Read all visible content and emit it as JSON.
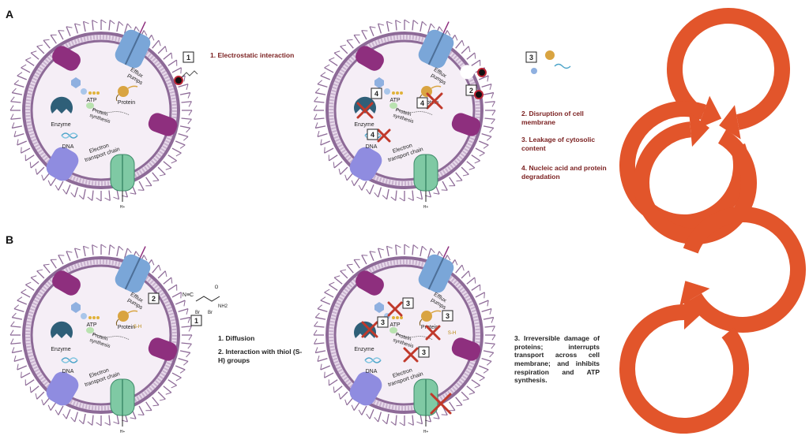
{
  "panels": {
    "a_letter": "A",
    "b_letter": "B"
  },
  "labels": {
    "atp": "ATP",
    "enzyme": "Enzyme",
    "protein": "Protein",
    "protein_synthesis": "Protein synthesis",
    "dna": "DNA",
    "electron_transport_chain": "Electron transport chain",
    "efflux_pumps": "Efflux pumps",
    "proton": "H+",
    "sh": "S-H"
  },
  "numbered_boxes": {
    "one": "1",
    "two": "2",
    "three": "3",
    "four": "4"
  },
  "steps_a": {
    "step1": "1. Electrostatic interaction",
    "step2": "2. Disruption of cell membrane",
    "step3": "3. Leakage of cytosolic content",
    "step4": "4. Nucleic acid and protein degradation"
  },
  "steps_b": {
    "step1": "1. Diffusion",
    "step2": "2. Interaction with thiol (S-H) groups",
    "step3": "3. Irreversible damage of proteins; interrupts transport across cell membrane; and inhibits respiration and ATP synthesis."
  },
  "molecule": {
    "nitrile": "N≡C",
    "br1": "Br",
    "br2": "Br",
    "nh2": "NH2",
    "o": "O"
  },
  "colors": {
    "membrane": "#8d6a97",
    "cytoplasm": "#f5eef6",
    "step_text": "#7a1f1f",
    "magenta_protein": "#8e2f7e",
    "blue_pump": "#7aa6d8",
    "lavender_protein": "#8f8ce0",
    "green_channel": "#7fc9a4",
    "enzyme": "#2f5f78",
    "protein_orange": "#d9a441",
    "cross": "#c0392b",
    "arrow_orange": "#e2552b"
  },
  "icons": [
    "cell-membrane",
    "efflux-pump-icon",
    "enzyme-icon",
    "protein-icon",
    "dna-icon",
    "atp-icon",
    "cross-mark-icon",
    "circular-arrow-icon"
  ]
}
